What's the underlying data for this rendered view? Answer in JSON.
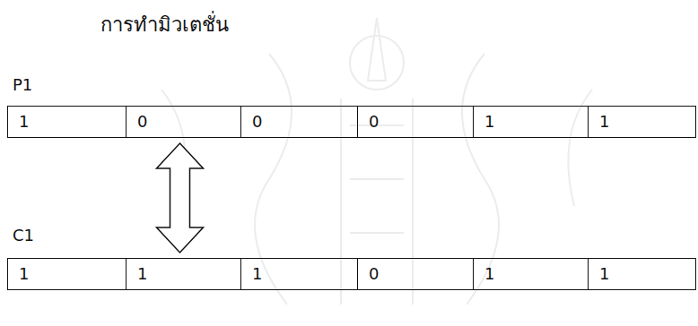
{
  "diagram": {
    "title": "การทำมิวเตชั่น",
    "nodes": [
      {
        "text": [
          "1"
        ]
      },
      {
        "text": [
          "0"
        ]
      },
      {
        "text": [
          "0"
        ]
      },
      {
        "text": [
          "0"
        ]
      },
      {
        "text": [
          "1"
        ]
      },
      {
        "text": [
          "1"
        ]
      },
      {
        "text": [
          "1"
        ]
      },
      {
        "text": [
          "1"
        ]
      },
      {
        "text": [
          "1"
        ]
      },
      {
        "text": [
          "0"
        ]
      },
      {
        "text": [
          "1"
        ]
      },
      {
        "text": [
          "1"
        ]
      }
    ],
    "edges": [
      {
        "from": 1,
        "to": 7,
        "arrow": "both"
      }
    ],
    "labels": [
      "P1",
      "C1"
    ]
  }
}
